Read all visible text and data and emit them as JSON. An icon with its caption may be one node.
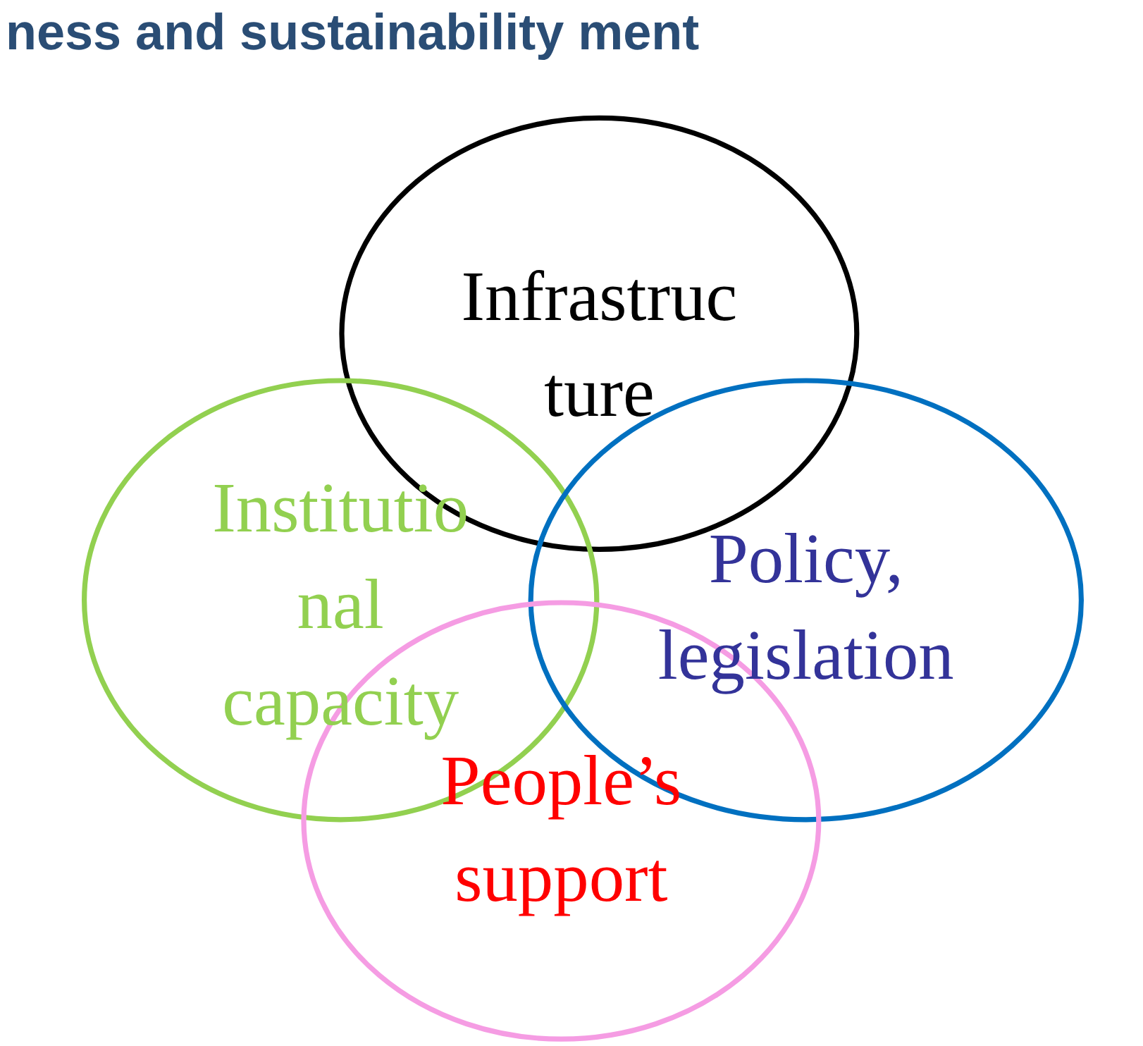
{
  "diagram": {
    "title": "ness and sustainability ment",
    "nodes": [
      {
        "text": [
          "Infrastruc ture"
        ]
      },
      {
        "text": [
          "Institutio nal capacity"
        ]
      },
      {
        "text": [
          "Policy, legislation"
        ]
      },
      {
        "text": [
          "People’s support"
        ]
      }
    ]
  }
}
